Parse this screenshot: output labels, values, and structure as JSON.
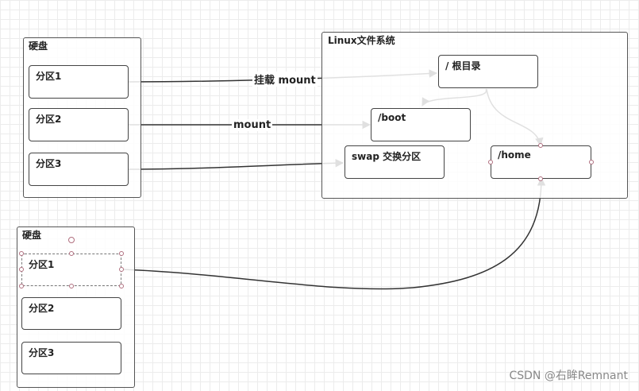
{
  "disk_top": {
    "title": "硬盘",
    "partitions": [
      "分区1",
      "分区2",
      "分区3"
    ]
  },
  "linux_fs": {
    "title": "Linux文件系统",
    "root": "/ 根目录",
    "boot": "/boot",
    "swap": "swap 交换分区",
    "home": "/home"
  },
  "edges": {
    "mount1": "挂载 mount",
    "mount2": "mount"
  },
  "disk_bottom": {
    "title": "硬盘",
    "partitions": [
      "分区1",
      "分区2",
      "分区3"
    ]
  },
  "watermark": "CSDN @右眸Remnant",
  "colors": {
    "line": "#333333",
    "handle": "#b06f7f",
    "grid": "#ececec"
  }
}
